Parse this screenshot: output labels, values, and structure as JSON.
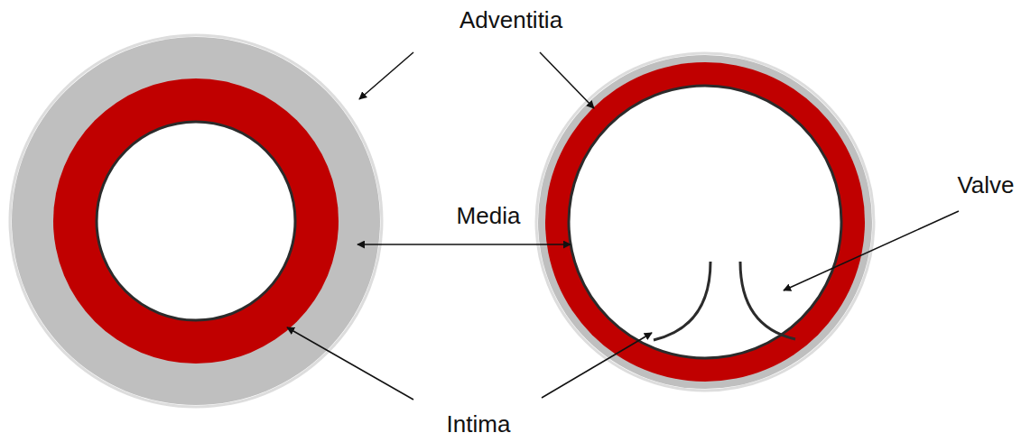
{
  "diagram": {
    "labels": [
      "Adventitia",
      "Media",
      "Intima",
      "Valve"
    ]
  }
}
